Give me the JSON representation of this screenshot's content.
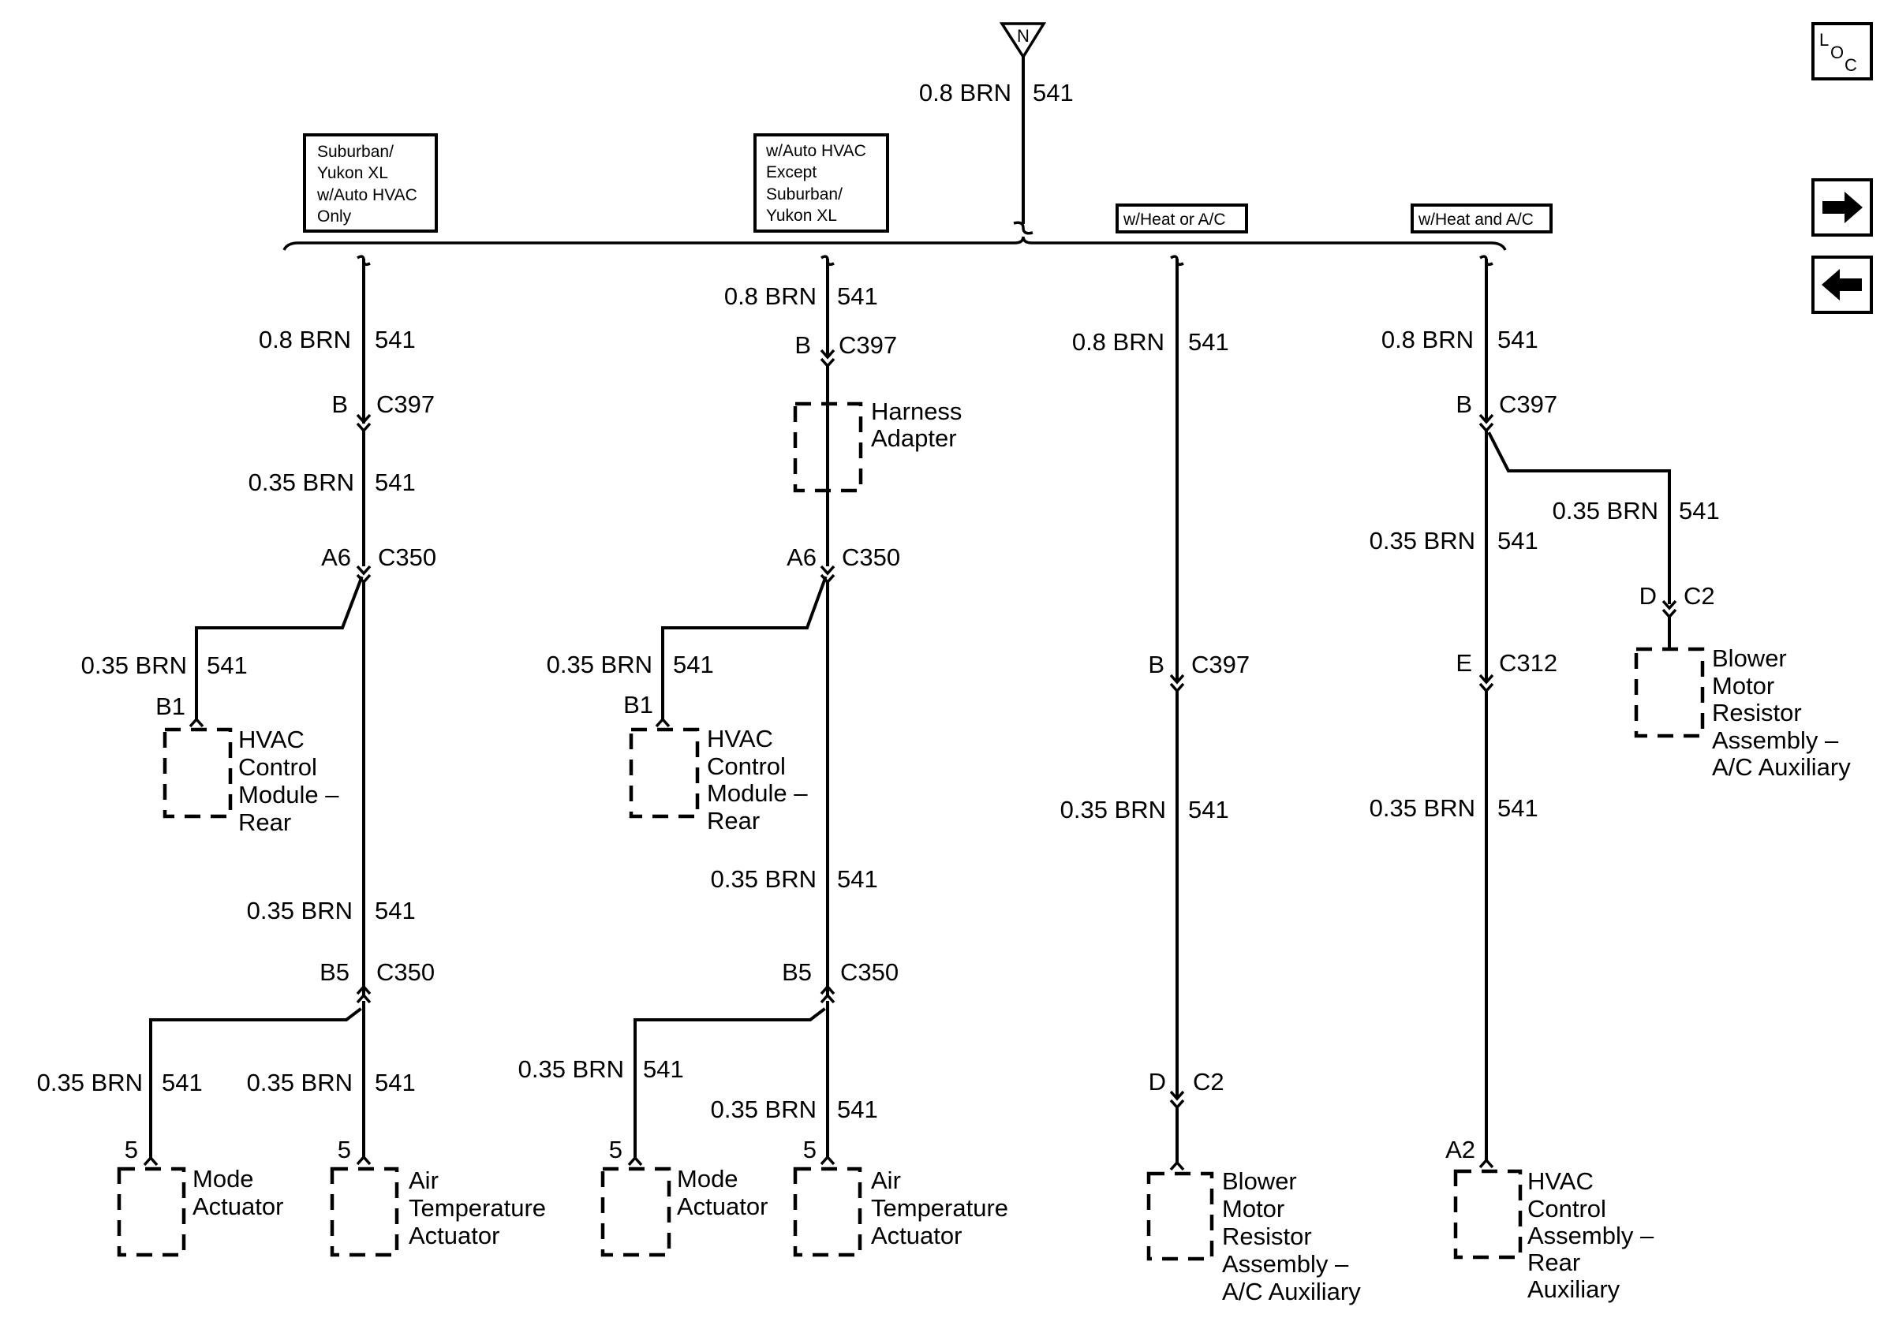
{
  "ground": {
    "symbol": "N",
    "wire_size": "0.8 BRN",
    "circuit": "541"
  },
  "conditions": {
    "suburban_auto": [
      "Suburban/",
      "Yukon XL",
      "w/Auto HVAC",
      "Only"
    ],
    "auto_except": [
      "w/Auto HVAC",
      "Except",
      "Suburban/",
      "Yukon XL"
    ],
    "heat_or_ac": "w/Heat or A/C",
    "heat_and_ac": "w/Heat and A/C"
  },
  "nav": {
    "loc_l": "L",
    "loc_o": "O",
    "loc_c": "C",
    "next_icon": "arrow-right-icon",
    "prev_icon": "arrow-left-icon"
  },
  "branch1": {
    "top_wire": "0.8 BRN",
    "top_circuit": "541",
    "c397_pin": "B",
    "c397": "C397",
    "mid_wire": "0.35 BRN",
    "mid_circuit": "541",
    "c350a_pin": "A6",
    "c350a": "C350",
    "hvac_wire": "0.35 BRN",
    "hvac_circuit": "541",
    "hvac_pin": "B1",
    "hvac_name": [
      "HVAC",
      "Control",
      "Module –",
      "Rear"
    ],
    "low_wire": "0.35 BRN",
    "low_circuit": "541",
    "c350b_pin": "B5",
    "c350b": "C350",
    "mode_wire": "0.35 BRN",
    "mode_circuit": "541",
    "mode_pin": "5",
    "mode_name": [
      "Mode",
      "Actuator"
    ],
    "air_wire": "0.35 BRN",
    "air_circuit": "541",
    "air_pin": "5",
    "air_name": [
      "Air",
      "Temperature",
      "Actuator"
    ]
  },
  "branch2": {
    "top_wire": "0.8 BRN",
    "top_circuit": "541",
    "c397_pin": "B",
    "c397": "C397",
    "adapter_name": [
      "Harness",
      "Adapter"
    ],
    "c350a_pin": "A6",
    "c350a": "C350",
    "hvac_wire": "0.35 BRN",
    "hvac_circuit": "541",
    "hvac_pin": "B1",
    "hvac_name": [
      "HVAC",
      "Control",
      "Module –",
      "Rear"
    ],
    "low_wire": "0.35 BRN",
    "low_circuit": "541",
    "c350b_pin": "B5",
    "c350b": "C350",
    "mode_wire": "0.35 BRN",
    "mode_circuit": "541",
    "mode_pin": "5",
    "mode_name": [
      "Mode",
      "Actuator"
    ],
    "air_wire": "0.35 BRN",
    "air_circuit": "541",
    "air_pin": "5",
    "air_name": [
      "Air",
      "Temperature",
      "Actuator"
    ]
  },
  "branch3": {
    "top_wire": "0.8 BRN",
    "top_circuit": "541",
    "c397_pin": "B",
    "c397": "C397",
    "mid_wire": "0.35 BRN",
    "mid_circuit": "541",
    "c2_pin": "D",
    "c2": "C2",
    "blower_name": [
      "Blower",
      "Motor",
      "Resistor",
      "Assembly –",
      "A/C Auxiliary"
    ]
  },
  "branch4": {
    "top_wire": "0.8 BRN",
    "top_circuit": "541",
    "c397_pin": "B",
    "c397": "C397",
    "side_wire": "0.35 BRN",
    "side_circuit": "541",
    "side_pin": "D",
    "side_conn": "C2",
    "blower_name": [
      "Blower",
      "Motor",
      "Resistor",
      "Assembly –",
      "A/C Auxiliary"
    ],
    "mid_wire": "0.35 BRN",
    "mid_circuit": "541",
    "c312_pin": "E",
    "c312": "C312",
    "low_wire": "0.35 BRN",
    "low_circuit": "541",
    "hvac_pin": "A2",
    "hvac_name": [
      "HVAC",
      "Control",
      "Assembly –",
      "Rear",
      "Auxiliary"
    ]
  }
}
